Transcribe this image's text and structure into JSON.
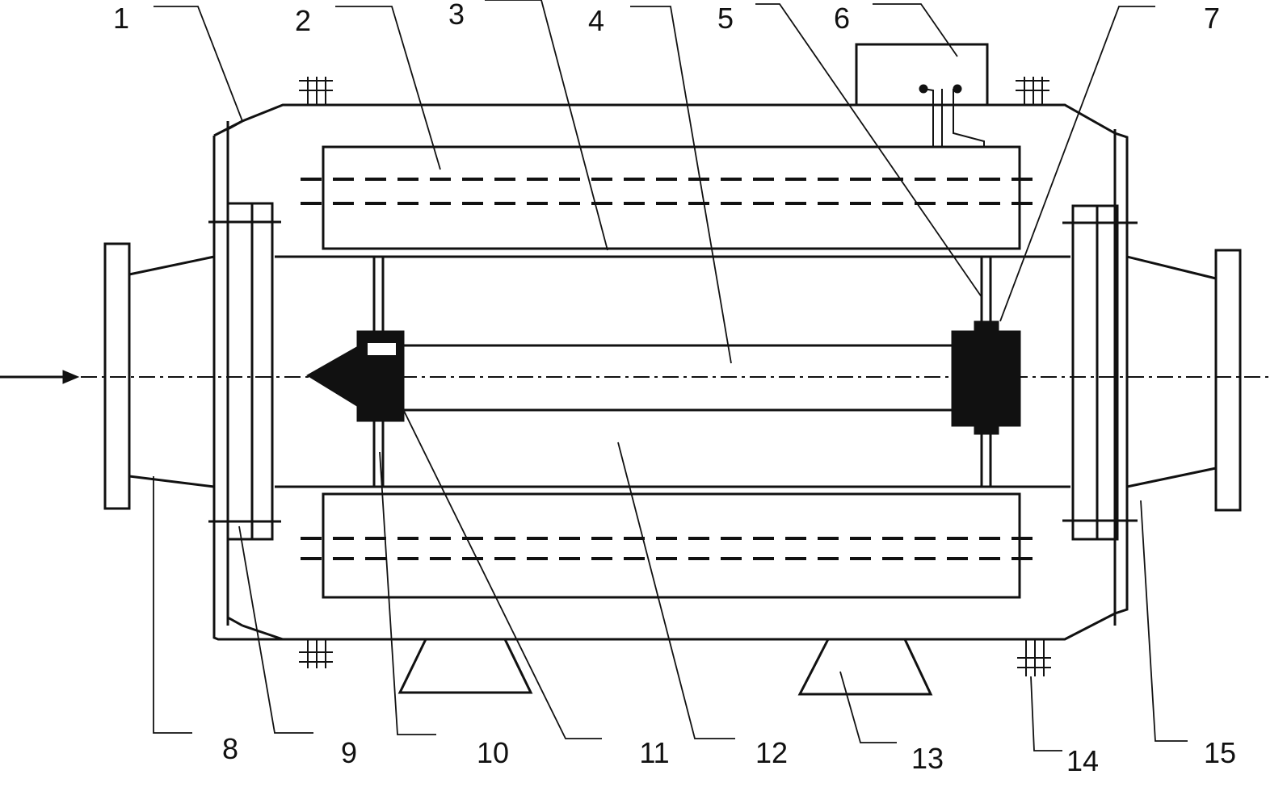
{
  "diagram": {
    "callouts": {
      "top": [
        "1",
        "2",
        "3",
        "4",
        "5",
        "6",
        "7"
      ],
      "bottom": [
        "8",
        "9",
        "10",
        "11",
        "12",
        "13",
        "14",
        "15"
      ]
    }
  }
}
